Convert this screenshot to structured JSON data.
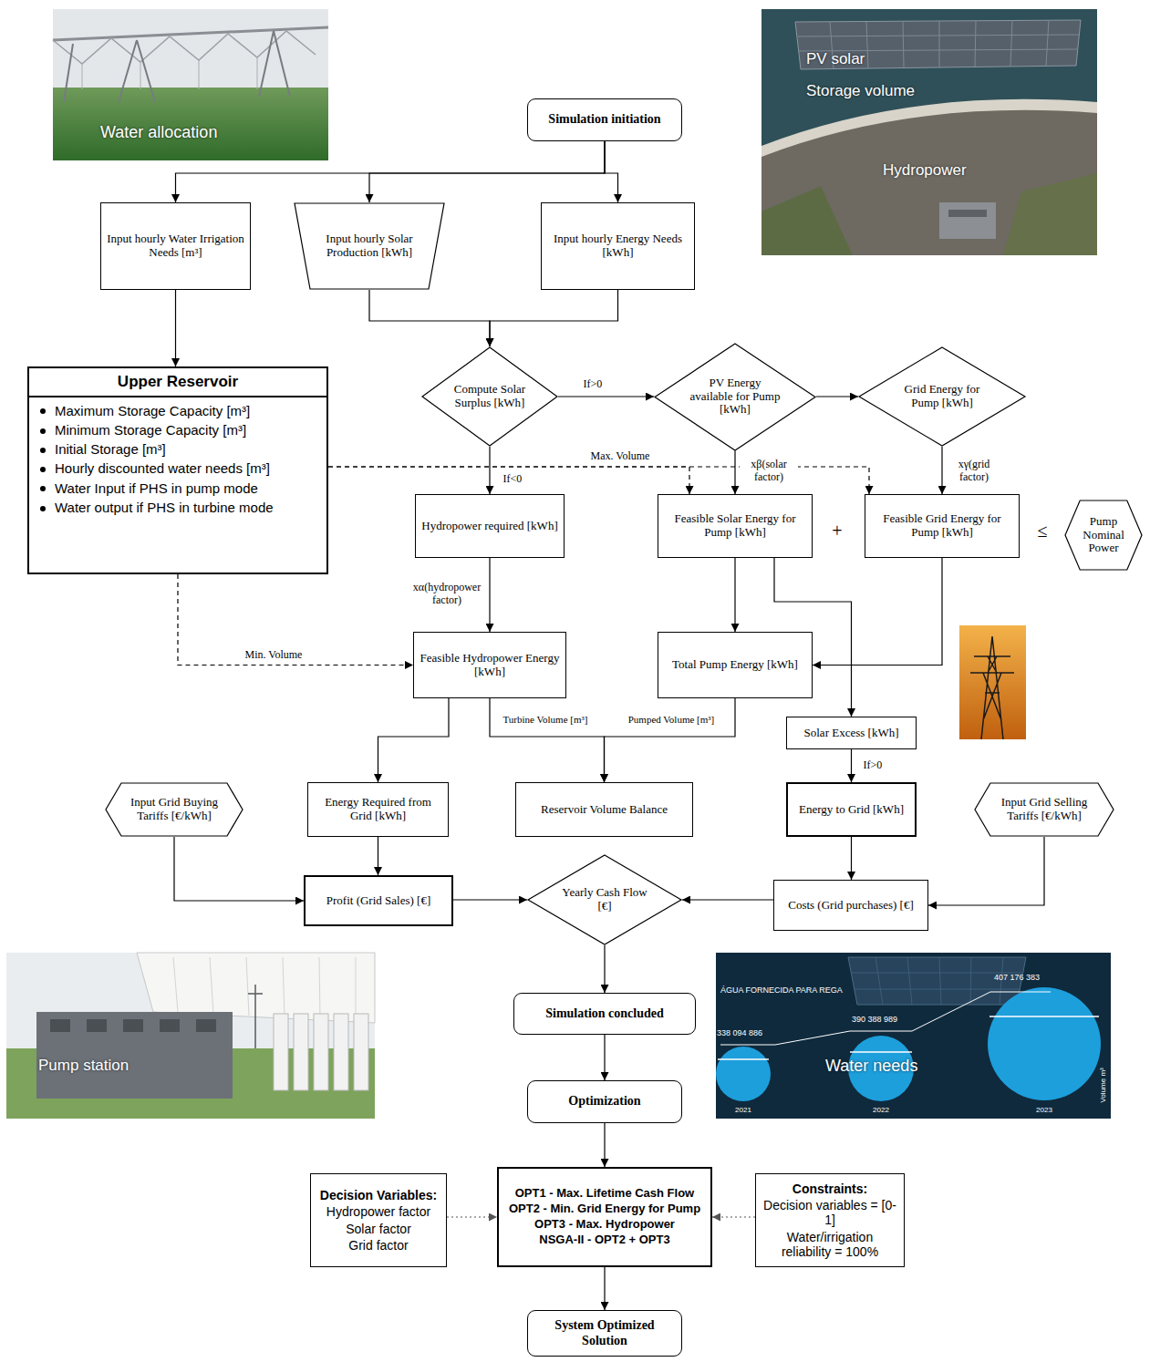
{
  "diagram": {
    "nodes": [
      {
        "text": [
          "Simulation initiation"
        ]
      },
      {
        "text": [
          "Input hourly Water Irrigation Needs [m³]"
        ]
      },
      {
        "text": [
          "Input hourly Solar Production [kWh]"
        ]
      },
      {
        "text": [
          "Input hourly Energy Needs [kWh]"
        ]
      },
      {
        "text": [
          "Upper Reservoir",
          "Maximum Storage Capacity [m³]",
          "Minimum Storage Capacity [m³]",
          "Initial Storage [m³]",
          "Hourly discounted water needs [m³]",
          "Water Input if PHS in pump mode",
          "Water output if PHS in turbine mode"
        ]
      },
      {
        "text": [
          "Compute Solar Surplus [kWh]"
        ]
      },
      {
        "text": [
          "PV Energy available for Pump [kWh]"
        ]
      },
      {
        "text": [
          "Grid Energy for Pump [kWh]"
        ]
      },
      {
        "text": [
          "Hydropower required [kWh]"
        ]
      },
      {
        "text": [
          "Feasible Solar Energy for Pump [kWh]"
        ]
      },
      {
        "text": [
          "Feasible Grid Energy for Pump [kWh]"
        ]
      },
      {
        "text": [
          "Pump Nominal Power"
        ]
      },
      {
        "text": [
          "Feasible Hydropower Energy [kWh]"
        ]
      },
      {
        "text": [
          "Total Pump Energy [kWh]"
        ]
      },
      {
        "text": [
          "Solar Excess [kWh]"
        ]
      },
      {
        "text": [
          "Input Grid Buying Tariffs [€/kWh]"
        ]
      },
      {
        "text": [
          "Energy Required from Grid [kWh]"
        ]
      },
      {
        "text": [
          "Reservoir Volume Balance"
        ]
      },
      {
        "text": [
          "Energy to Grid [kWh]"
        ]
      },
      {
        "text": [
          "Input Grid Selling Tariffs [€/kWh]"
        ]
      },
      {
        "text": [
          "Profit (Grid Sales) [€]"
        ]
      },
      {
        "text": [
          "Yearly Cash Flow [€]"
        ]
      },
      {
        "text": [
          "Costs (Grid purchases) [€]"
        ]
      },
      {
        "text": [
          "Simulation concluded"
        ]
      },
      {
        "text": [
          "Optimization"
        ]
      },
      {
        "text": [
          "Decision Variables:",
          "Hydropower factor",
          "Solar factor",
          "Grid factor"
        ]
      },
      {
        "text": [
          "OPT1 - Max. Lifetime Cash Flow",
          "OPT2 - Min. Grid Energy for Pump",
          "OPT3 - Max. Hydropower",
          "NSGA-II - OPT2 + OPT3"
        ]
      },
      {
        "text": [
          "Constraints:",
          "Decision variables = [0-1]",
          "Water/irrigation reliability = 100%"
        ]
      },
      {
        "text": [
          "System Optimized Solution"
        ]
      }
    ],
    "edges": [
      {
        "from": 0,
        "to": 1,
        "arrow": "to"
      },
      {
        "from": 0,
        "to": 2,
        "arrow": "to"
      },
      {
        "from": 0,
        "to": 3,
        "arrow": "to"
      },
      {
        "from": 1,
        "to": 4,
        "arrow": "to"
      },
      {
        "from": 2,
        "to": 5,
        "arrow": "to"
      },
      {
        "from": 3,
        "to": 5,
        "arrow": "to"
      },
      {
        "from": 5,
        "to": 6,
        "label": "If>0",
        "arrow": "to"
      },
      {
        "from": 6,
        "to": 7,
        "arrow": "to"
      },
      {
        "from": 5,
        "to": 8,
        "label": "If<0",
        "arrow": "to"
      },
      {
        "from": 6,
        "to": 9,
        "label": "xβ(solar factor)",
        "arrow": "to"
      },
      {
        "from": 7,
        "to": 10,
        "label": "xγ(grid factor)",
        "arrow": "to"
      },
      {
        "from": 4,
        "to": 9,
        "label": "Max. Volume",
        "arrow": "to"
      },
      {
        "from": 4,
        "to": 10,
        "arrow": "to"
      },
      {
        "from": 8,
        "to": 12,
        "label": "xα(hydropower factor)",
        "arrow": "to"
      },
      {
        "from": 4,
        "to": 12,
        "label": "Min. Volume",
        "arrow": "to"
      },
      {
        "from": 9,
        "to": 13,
        "arrow": "to"
      },
      {
        "from": 10,
        "to": 13,
        "arrow": "to"
      },
      {
        "from": 9,
        "to": 14,
        "arrow": "to"
      },
      {
        "from": 12,
        "to": 16,
        "arrow": "to"
      },
      {
        "from": 12,
        "to": 17,
        "label": "Turbine Volume [m³]",
        "arrow": "to"
      },
      {
        "from": 13,
        "to": 17,
        "label": "Pumped Volume [m³]",
        "arrow": "to"
      },
      {
        "from": 14,
        "to": 18,
        "label": "If>0",
        "arrow": "to"
      },
      {
        "from": 15,
        "to": 20,
        "arrow": "to"
      },
      {
        "from": 16,
        "to": 20,
        "arrow": "to"
      },
      {
        "from": 18,
        "to": 22,
        "arrow": "to"
      },
      {
        "from": 19,
        "to": 22,
        "arrow": "to"
      },
      {
        "from": 20,
        "to": 21,
        "arrow": "to"
      },
      {
        "from": 22,
        "to": 21,
        "arrow": "to"
      },
      {
        "from": 21,
        "to": 23,
        "arrow": "to"
      },
      {
        "from": 23,
        "to": 24,
        "arrow": "to"
      },
      {
        "from": 24,
        "to": 26,
        "arrow": "to"
      },
      {
        "from": 25,
        "to": 26,
        "arrow": "to"
      },
      {
        "from": 27,
        "to": 26,
        "arrow": "to"
      },
      {
        "from": 26,
        "to": 28,
        "arrow": "to"
      }
    ],
    "labels": [
      "Water allocation",
      "PV solar",
      "Storage volume",
      "Hydropower",
      "+",
      "≤",
      "Pump station",
      "ÁGUA FORNECIDA PARA REGA",
      "338 094 886",
      "390 388 989",
      "407 176 383",
      "Water needs",
      "2021",
      "2022",
      "2023",
      "Volume m³"
    ]
  }
}
